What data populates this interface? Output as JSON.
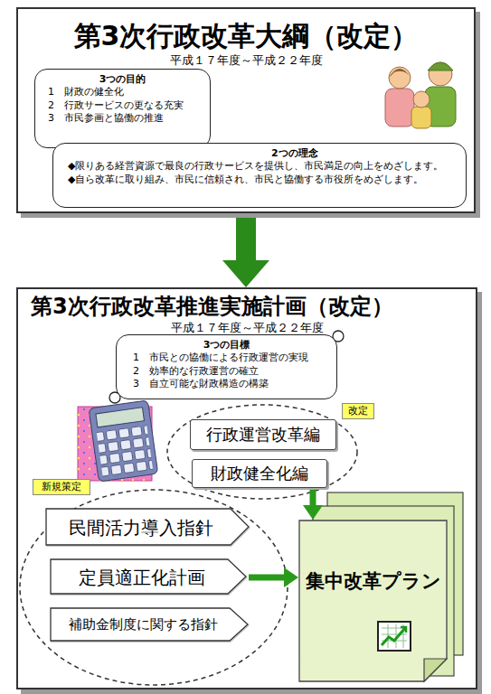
{
  "diagram": {
    "nodes": [
      {
        "text": [
          "第3次行政改革大綱（改定）",
          "平成１７年度～平成２２年度"
        ]
      },
      {
        "text": [
          "3つの目的",
          "1　財政の健全化",
          "2　行政サービスの更なる充実",
          "3　市民参画と協働の推進"
        ],
        "in": 0
      },
      {
        "text": [
          "2つの理念",
          "◆限りある経営資源で最良の行政サービスを提供し、市民満足の向上をめざします。",
          "◆自ら改革に取り組み、市民に信頼され、市民と協働する市役所をめざします。"
        ],
        "in": 0
      },
      {
        "text": [
          "第3次行政改革推進実施計画（改定）",
          "平成１７年度～平成２２年度"
        ]
      },
      {
        "text": [
          "3つの目標",
          "1　市民との協働による行政運営の実現",
          "2　効率的な行政運営の確立",
          "3　自立可能な財政構造の構築"
        ],
        "in": 3
      },
      {
        "text": [
          "改定"
        ],
        "in": 3
      },
      {
        "text": [
          "行政運営改革編"
        ],
        "in": 3
      },
      {
        "text": [
          "財政健全化編"
        ],
        "in": 3
      },
      {
        "text": [
          "新規策定"
        ],
        "in": 3
      },
      {
        "text": [
          "民間活力導入指針"
        ],
        "in": 3
      },
      {
        "text": [
          "定員適正化計画"
        ],
        "in": 3
      },
      {
        "text": [
          "補助金制度に関する指針"
        ],
        "in": 3
      },
      {
        "text": [
          "集中改革プラン"
        ],
        "in": 3
      }
    ],
    "edges": [
      {
        "from": 0,
        "to": 3,
        "arrow": "to"
      },
      {
        "from": 7,
        "to": 12,
        "arrow": "to"
      },
      {
        "from": 10,
        "to": 12,
        "arrow": "to"
      }
    ]
  }
}
